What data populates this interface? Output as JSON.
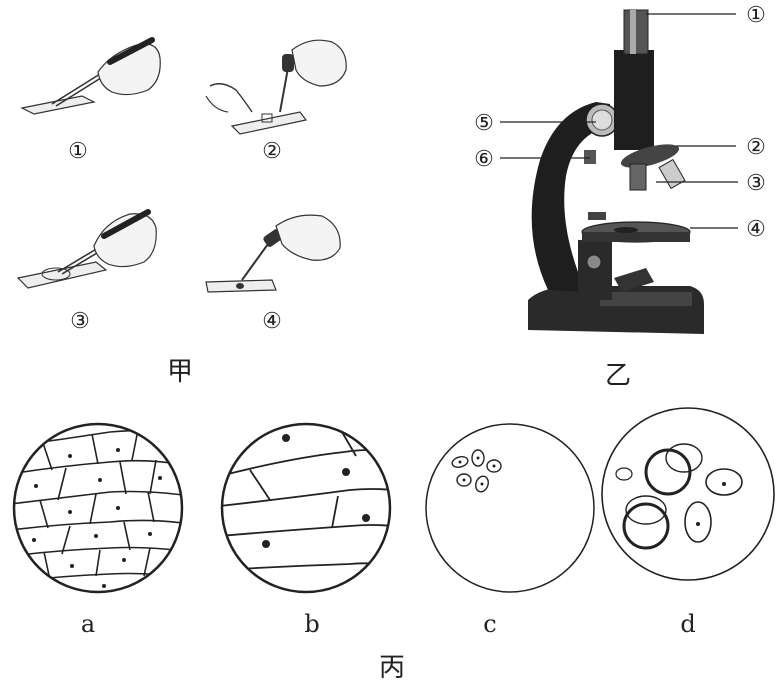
{
  "panel_jia": {
    "label": "甲",
    "steps": [
      "①",
      "②",
      "③",
      "④"
    ]
  },
  "panel_yi": {
    "label": "乙",
    "parts": [
      "①",
      "②",
      "③",
      "④",
      "⑤",
      "⑥"
    ]
  },
  "panel_bing": {
    "label": "丙",
    "views": [
      "a",
      "b",
      "c",
      "d"
    ]
  }
}
